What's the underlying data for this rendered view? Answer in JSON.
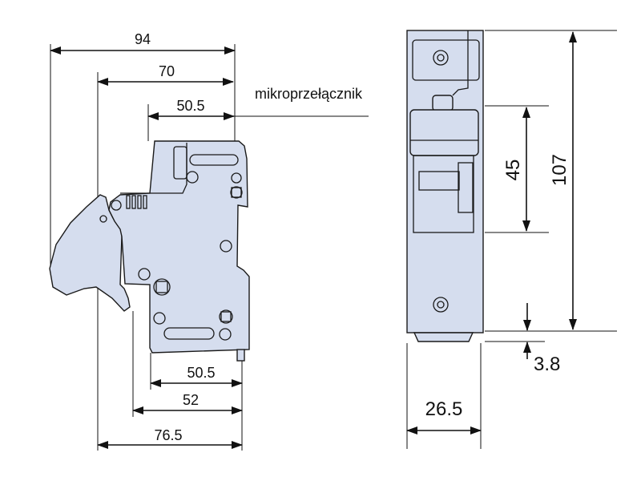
{
  "side_view": {
    "dimensions": {
      "overall_width_top": "94",
      "width_70": "70",
      "width_top_50_5": "50.5",
      "width_bottom_50_5": "50.5",
      "width_52": "52",
      "width_76_5": "76.5"
    },
    "callout": "mikroprzełącznik"
  },
  "front_view": {
    "dimensions": {
      "height_107": "107",
      "height_45": "45",
      "foot_3_8": "3.8",
      "width_26_5": "26.5"
    }
  },
  "colors": {
    "part_fill": "#d5ddee",
    "line": "#111111"
  }
}
